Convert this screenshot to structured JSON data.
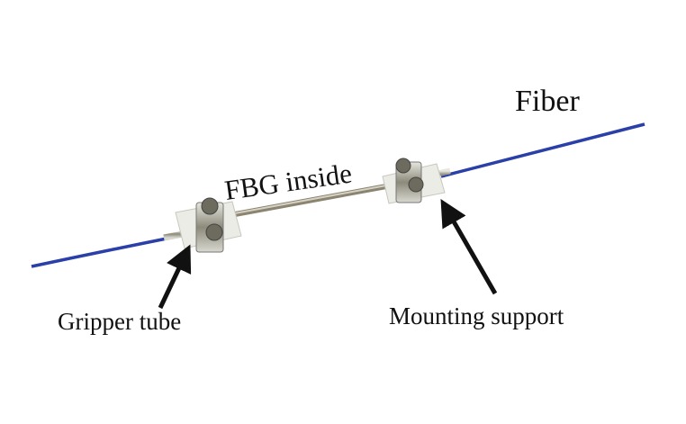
{
  "labels": {
    "fiber": "Fiber",
    "fbg": "FBG inside",
    "gripper": "Gripper tube",
    "mounting": "Mounting support"
  },
  "colors": {
    "fiber": "#2a3fa8",
    "metal": "#9a9a8a",
    "arrow": "#111111"
  }
}
